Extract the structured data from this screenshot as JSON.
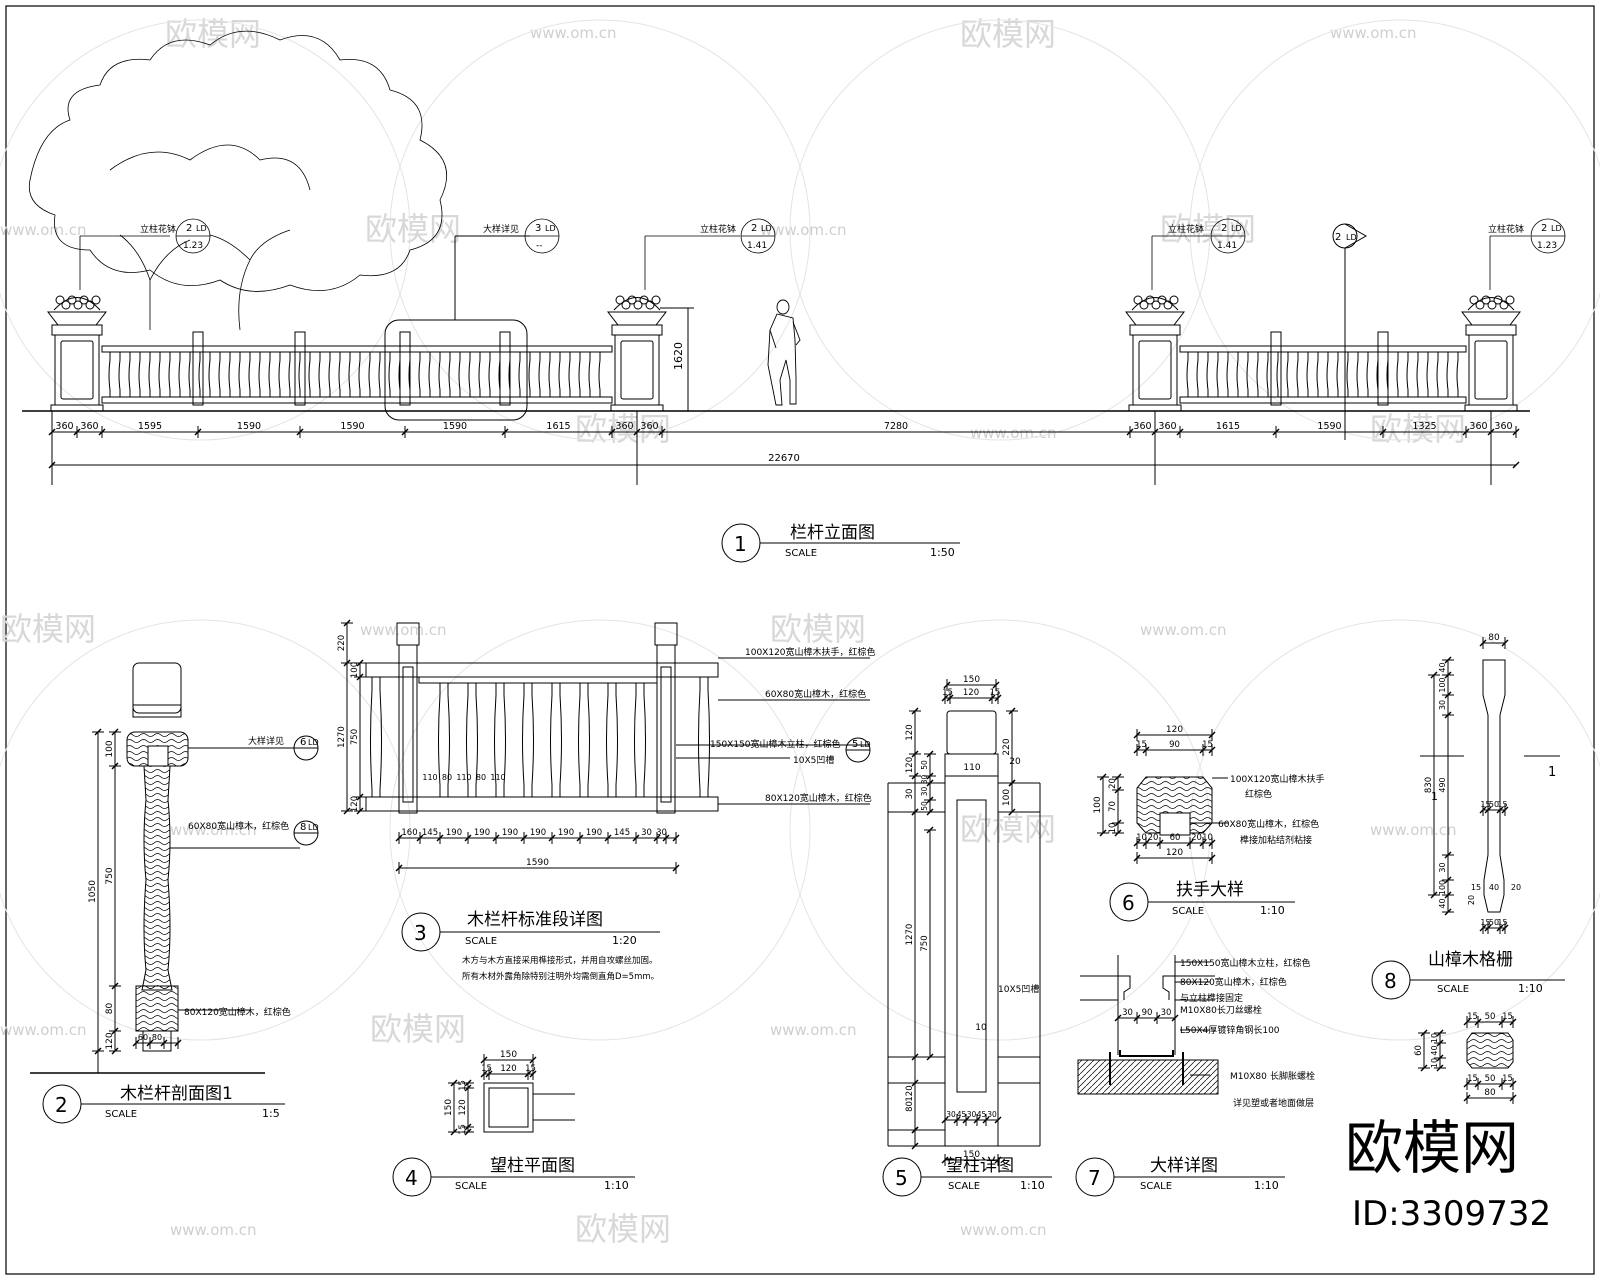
{
  "views": {
    "v1": {
      "num": "1",
      "title": "栏杆立面图",
      "scale_label": "SCALE",
      "scale": "1:50"
    },
    "v2": {
      "num": "2",
      "title": "木栏杆剖面图1",
      "scale_label": "SCALE",
      "scale": "1:5"
    },
    "v3": {
      "num": "3",
      "title": "木栏杆标准段详图",
      "scale_label": "SCALE",
      "scale": "1:20"
    },
    "v4": {
      "num": "4",
      "title": "望柱平面图",
      "scale_label": "SCALE",
      "scale": "1:10"
    },
    "v5": {
      "num": "5",
      "title": "望柱详图",
      "scale_label": "SCALE",
      "scale": "1:10"
    },
    "v6": {
      "num": "6",
      "title": "扶手大样",
      "scale_label": "SCALE",
      "scale": "1:10"
    },
    "v7": {
      "num": "7",
      "title": "大样详图",
      "scale_label": "SCALE",
      "scale": "1:10"
    },
    "v8": {
      "num": "8",
      "title": "山樟木格栅",
      "scale_label": "SCALE",
      "scale": "1:10"
    }
  },
  "elevation": {
    "dims": [
      "360",
      "360",
      "1595",
      "1590",
      "1590",
      "1590",
      "1615",
      "360",
      "360",
      "7280",
      "360",
      "360",
      "1615",
      "1590",
      "1325",
      "360",
      "360"
    ],
    "total": "22670",
    "height": "1620",
    "tags": {
      "post_flower_a": "立柱花钵",
      "post_flower_b": "立柱花钵",
      "post_flower_c": "立柱花钵",
      "post_flower_d": "立柱花钵",
      "detail_see": "大样详见",
      "ref_a_top": "2",
      "ref_a_mid": "LD",
      "ref_a_bot": "1.23",
      "ref_b_top": "3",
      "ref_b_mid": "LD",
      "ref_b_bot": "--",
      "ref_c_top": "2",
      "ref_c_mid": "LD",
      "ref_c_bot": "1.41",
      "ref_d_top": "2",
      "ref_d_mid": "LD",
      "ref_d_bot": "1.41",
      "ref_e_top": "2",
      "ref_e_mid": "LD",
      "ref_f_top": "2",
      "ref_f_mid": "LD",
      "ref_f_bot": "1.23"
    }
  },
  "section2": {
    "dims": [
      "100",
      "750",
      "1050",
      "80",
      "120",
      "60",
      "80"
    ],
    "notes": [
      "大样详见",
      "60X80宽山樟木，红棕色",
      "80X120宽山樟木，红棕色"
    ],
    "refs": [
      {
        "top": "6",
        "mid": "LD"
      },
      {
        "top": "8",
        "mid": "LD"
      }
    ]
  },
  "detail3": {
    "notes": [
      "100X120宽山樟木扶手，红棕色",
      "60X80宽山樟木，红棕色",
      "150X150宽山樟木立柱，红棕色",
      "10X5凹槽",
      "80X120宽山樟木，红棕色"
    ],
    "ref": {
      "top": "5",
      "mid": "LD"
    },
    "vdims": [
      "220",
      "1270",
      "100",
      "750",
      "120",
      "80"
    ],
    "spacing": [
      "160",
      "145",
      "190",
      "190",
      "190",
      "190",
      "190",
      "190",
      "145",
      "30",
      "30"
    ],
    "inner": [
      "110",
      "80",
      "110",
      "80",
      "110"
    ],
    "total": "1590",
    "remark1": "木方与木方直接采用榫接形式，并用自攻螺丝加固。",
    "remark2": "所有木材外露角除特别注明外均需倒直角D=5mm。"
  },
  "detail4": {
    "dims": [
      "150",
      "15",
      "120",
      "15",
      "150",
      "15",
      "120",
      "15"
    ]
  },
  "detail5": {
    "top": [
      "150",
      "120",
      "15",
      "120"
    ],
    "left": [
      "120",
      "120",
      "50",
      "30",
      "30",
      "50",
      "50",
      "1270",
      "750",
      "120",
      "80"
    ],
    "right": [
      "220",
      "20",
      "100"
    ],
    "mid": [
      "110",
      "10"
    ],
    "bottom": [
      "30",
      "45",
      "30",
      "45",
      "30"
    ],
    "width": "150",
    "groove": "10X5凹槽"
  },
  "detail6": {
    "top": [
      "120",
      "15",
      "90",
      "15"
    ],
    "left": [
      "100",
      "20",
      "70",
      "10"
    ],
    "bottom": [
      "10",
      "20",
      "60",
      "20",
      "10"
    ],
    "width": "120",
    "notes": [
      "100X120宽山樟木扶手",
      "红棕色",
      "60X80宽山樟木，红棕色",
      "榫接加粘结剂粘接"
    ]
  },
  "detail7": {
    "dims": [
      "30",
      "90",
      "30"
    ],
    "notes": [
      "150X150宽山樟木立柱，红棕色",
      "80X120宽山樟木，红棕色",
      "与立柱榫接固定",
      "M10X80长刀丝螺栓",
      "L50X4厚镀锌角钢长100",
      "M10X80",
      "长脚胀螺栓",
      "详见塑或者地面做层"
    ]
  },
  "detail8": {
    "top": "80",
    "left": [
      "40",
      "100",
      "30",
      "830",
      "490",
      "30",
      "100",
      "40"
    ],
    "mid": [
      "15",
      "50",
      "15",
      "15",
      "40",
      "20",
      "20"
    ],
    "bottom": [
      "15",
      "50",
      "15"
    ],
    "cut": "1",
    "sec_top": [
      "15",
      "50",
      "15"
    ],
    "sec_left": [
      "60",
      "10",
      "40",
      "10"
    ],
    "sec_bottom": [
      "15",
      "50",
      "15"
    ],
    "sec_width": "80"
  },
  "watermark": {
    "brand": "欧模网",
    "url": "www.om.cn",
    "big": "欧模网",
    "id": "ID:3309732"
  }
}
